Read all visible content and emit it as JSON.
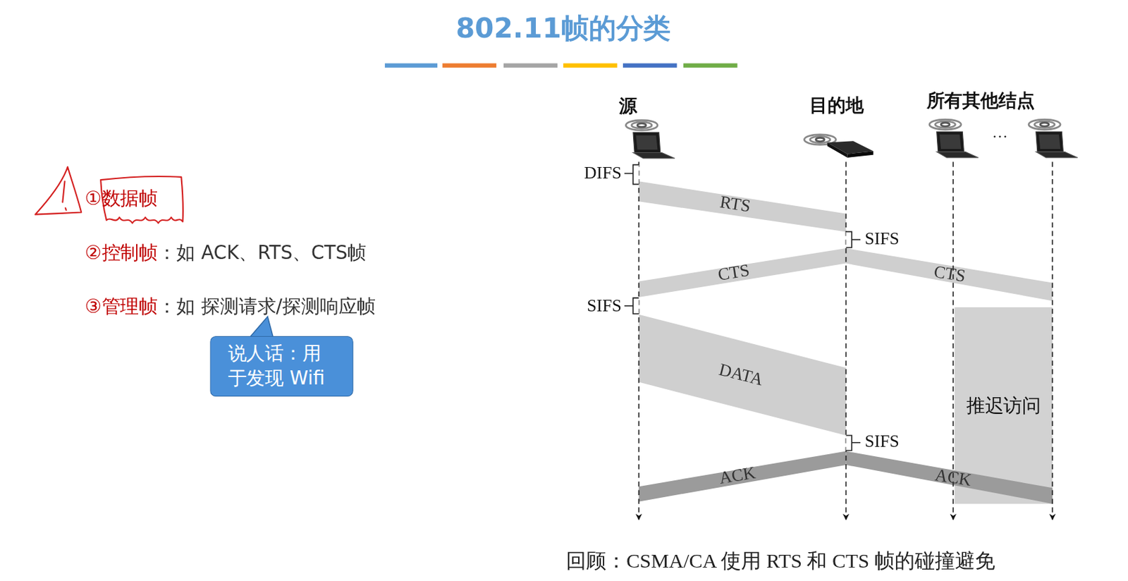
{
  "diagram": {
    "title": "802.11帧的分类",
    "caption": "回顾：CSMA/CA 使用 RTS 和 CTS 帧的碰撞避免",
    "nodes": [
      {
        "text": [
          "说人话：用于发现 Wifi"
        ]
      },
      {
        "text": [
          "推迟访问"
        ]
      }
    ],
    "labels": [
      "①数据帧",
      "②控制帧",
      "：如 ACK、RTS、CTS帧",
      "③管理帧",
      "：如 探测请求/探测响应帧",
      "源",
      "目的地",
      "所有其他结点",
      "…",
      "DIFS",
      "RTS",
      "SIFS",
      "CTS",
      "CTS",
      "SIFS",
      "DATA",
      "SIFS",
      "ACK",
      "ACK"
    ]
  }
}
